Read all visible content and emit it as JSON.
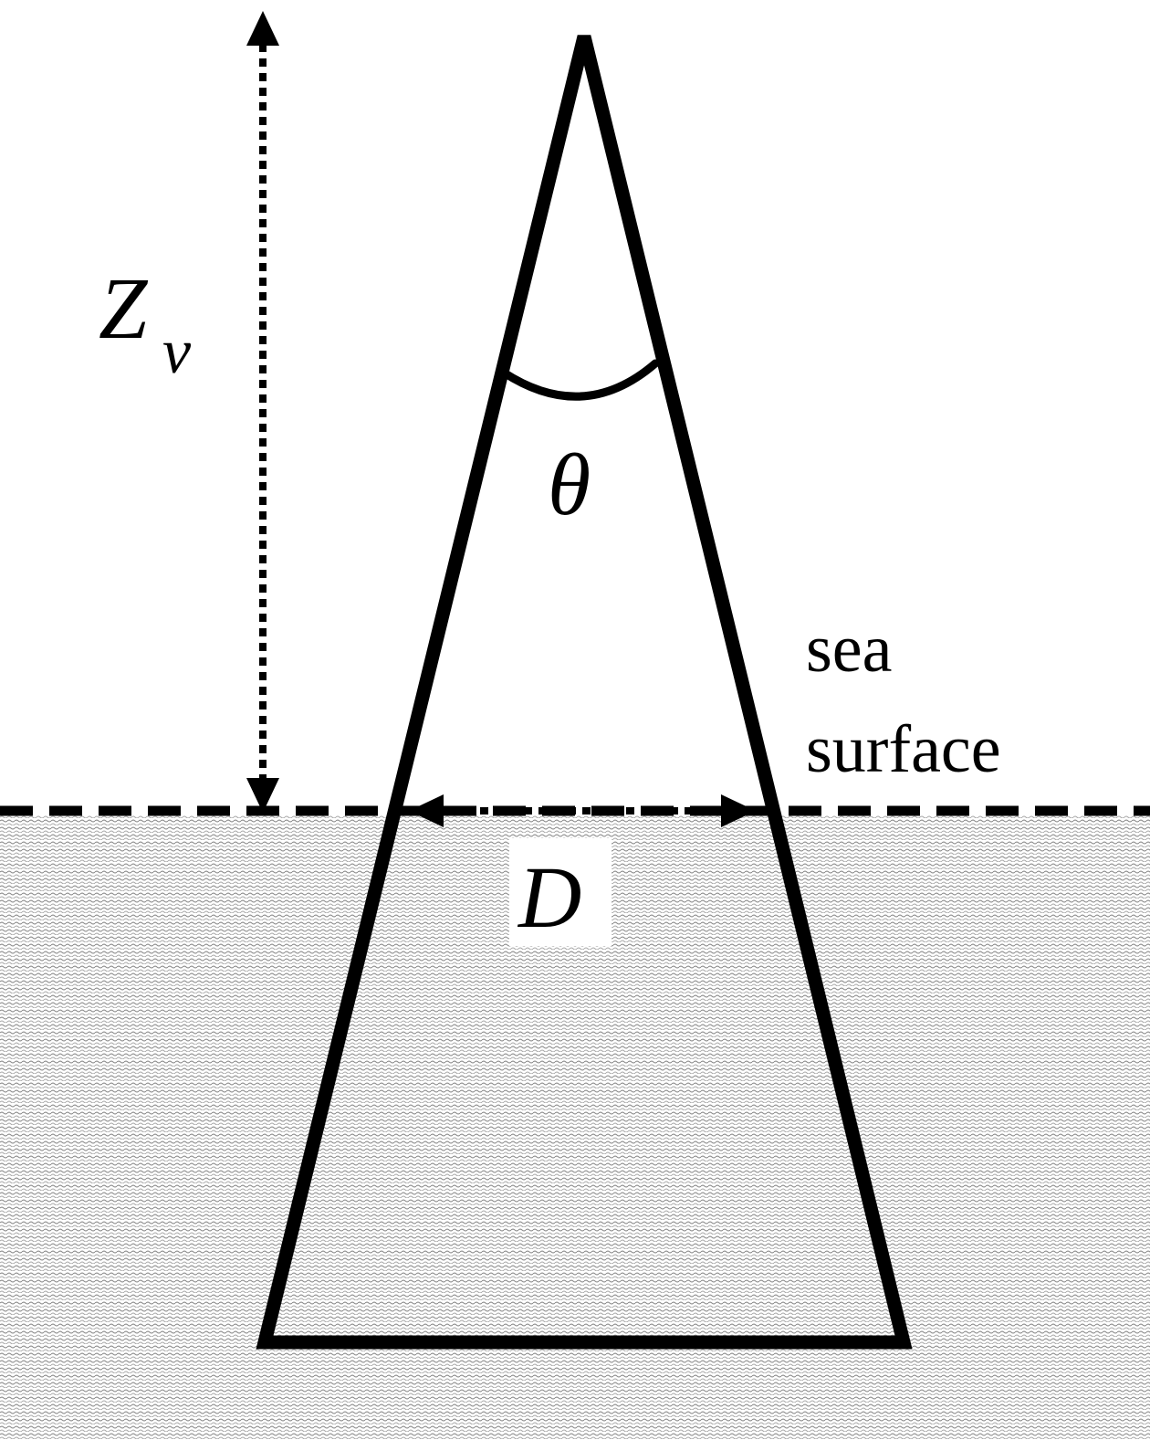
{
  "labels": {
    "height_symbol": "Z",
    "height_subscript": "v",
    "angle_symbol": "θ",
    "width_symbol": "D",
    "surface_line1": "sea",
    "surface_line2": "surface"
  },
  "colors": {
    "ink": "#000000",
    "sea_texture": "#9a9a9a",
    "background": "#ffffff"
  }
}
